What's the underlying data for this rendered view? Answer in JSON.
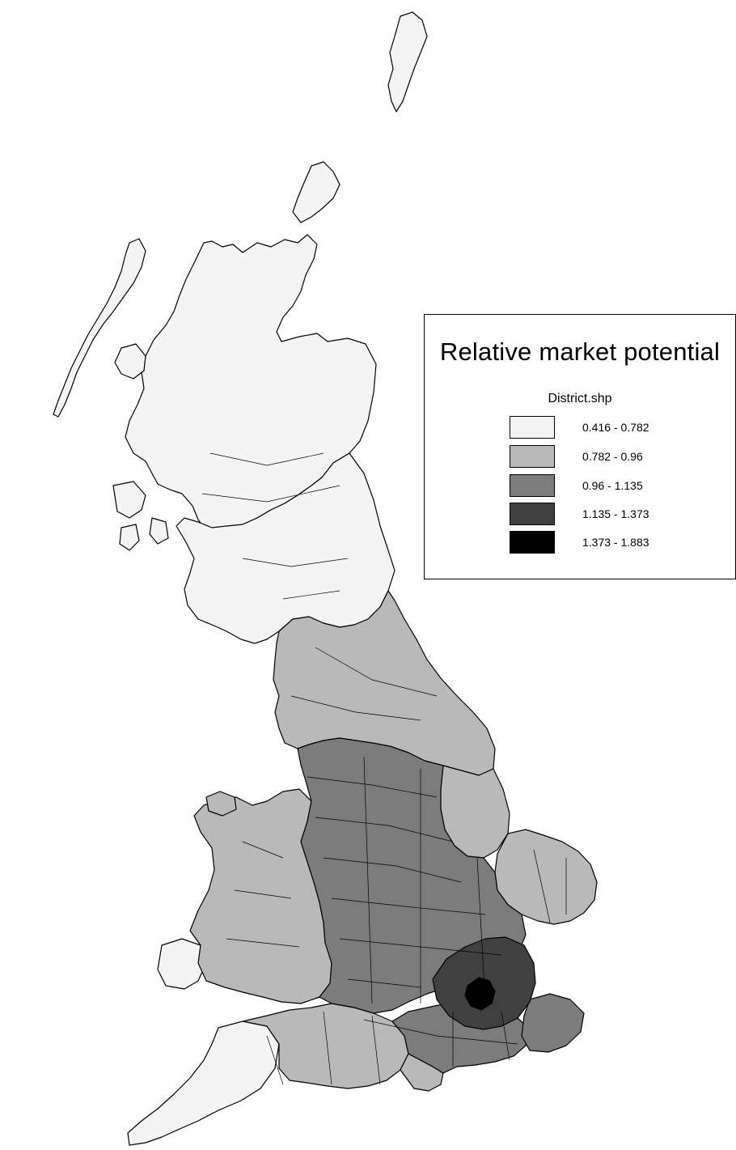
{
  "legend": {
    "title": "Relative market potential",
    "layer": "District.shp",
    "classes": [
      {
        "label": "0.416 - 0.782",
        "min": 0.416,
        "max": 0.782,
        "color": "#f4f4f4"
      },
      {
        "label": "0.782 - 0.96",
        "min": 0.782,
        "max": 0.96,
        "color": "#b9b9b9"
      },
      {
        "label": "0.96 - 1.135",
        "min": 0.96,
        "max": 1.135,
        "color": "#7c7c7c"
      },
      {
        "label": "1.135 - 1.373",
        "min": 1.135,
        "max": 1.373,
        "color": "#404040"
      },
      {
        "label": "1.373 - 1.883",
        "min": 1.373,
        "max": 1.883,
        "color": "#000000"
      }
    ]
  },
  "map": {
    "region": "Great Britain",
    "outline_color": "#000000",
    "background": "#ffffff"
  }
}
